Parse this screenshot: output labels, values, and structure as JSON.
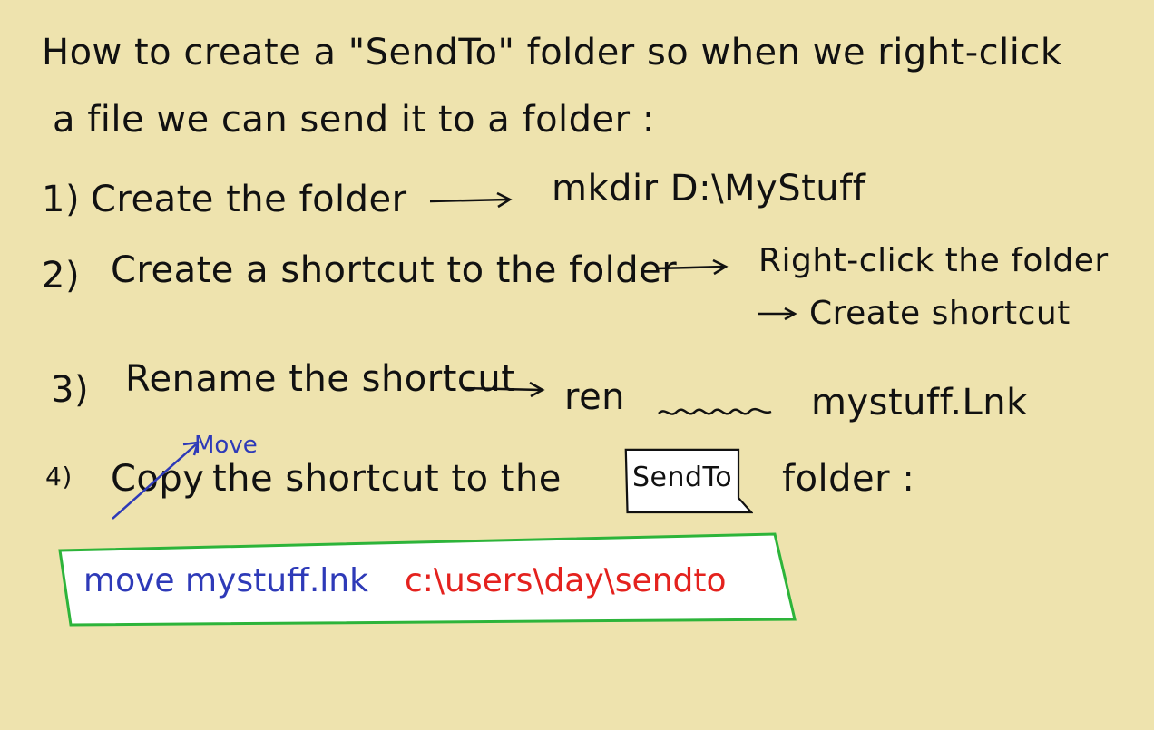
{
  "intro": {
    "line1": "How to create a \"SendTo\" folder so when we right-click",
    "line2": "a file we can send it to a folder :"
  },
  "steps": [
    {
      "num": "1)",
      "text": "Create the folder",
      "result": "mkdir D:\\MyStuff"
    },
    {
      "num": "2)",
      "text": "Create a shortcut to the folder",
      "result": "Right-click the folder",
      "result2": "Create shortcut"
    },
    {
      "num": "3)",
      "text": "Rename the shortcut",
      "result": "ren",
      "result_tail": "mystuff.Lnk"
    },
    {
      "num": "4)",
      "text_struck": "Copy",
      "text_rest": "the shortcut to the",
      "box_label": "SendTo",
      "text_after": "folder :",
      "correction": "Move"
    }
  ],
  "command": {
    "verb_and_file": "move mystuff.lnk",
    "destination": "c:\\users\\day\\sendto"
  },
  "colors": {
    "background": "#eee3ae",
    "ink": "#111111",
    "blue_ink": "#2e3ab8",
    "red_ink": "#e4221e",
    "green_box": "#2db43a"
  }
}
